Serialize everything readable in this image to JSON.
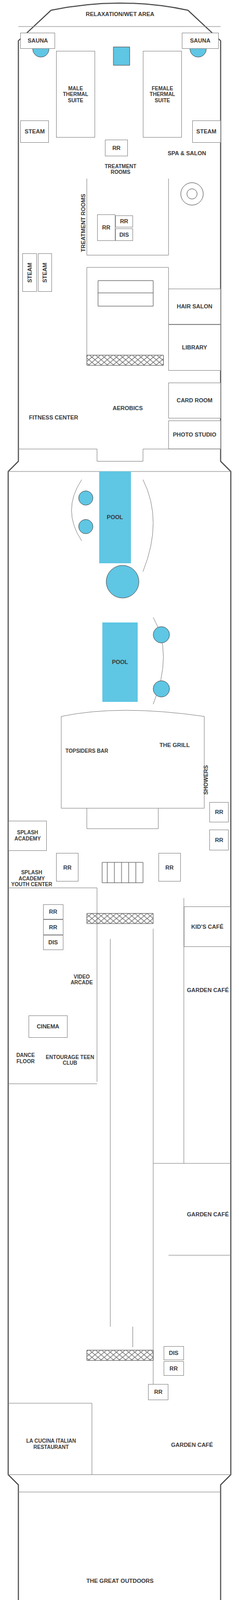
{
  "diagram": {
    "nodes": [
      {
        "text": [
          "RELAXATION/WET AREA"
        ]
      },
      {
        "text": [
          "SAUNA"
        ]
      },
      {
        "text": [
          "SAUNA"
        ]
      },
      {
        "text": [
          "MALE THERMAL SUITE"
        ]
      },
      {
        "text": [
          "FEMALE THERMAL SUITE"
        ]
      },
      {
        "text": [
          "STEAM"
        ]
      },
      {
        "text": [
          "STEAM"
        ]
      },
      {
        "text": [
          "RR"
        ]
      },
      {
        "text": [
          "TREATMENT ROOMS"
        ]
      },
      {
        "text": [
          "SPA & SALON"
        ]
      },
      {
        "text": [
          "TREATMENT ROOMS"
        ]
      },
      {
        "text": [
          "RR"
        ]
      },
      {
        "text": [
          "RR"
        ]
      },
      {
        "text": [
          "DIS"
        ]
      },
      {
        "text": [
          "STEAM"
        ]
      },
      {
        "text": [
          "STEAM"
        ]
      },
      {
        "text": [
          "HAIR SALON"
        ]
      },
      {
        "text": [
          "LIBRARY"
        ]
      },
      {
        "text": [
          "CARD ROOM"
        ]
      },
      {
        "text": [
          "PHOTO STUDIO"
        ]
      },
      {
        "text": [
          "FITNESS CENTER"
        ]
      },
      {
        "text": [
          "AEROBICS"
        ]
      },
      {
        "text": [
          "POOL"
        ]
      },
      {
        "text": [
          "POOL"
        ]
      },
      {
        "text": [
          "TOPSIDERS BAR"
        ]
      },
      {
        "text": [
          "THE GRILL"
        ]
      },
      {
        "text": [
          "SHOWERS"
        ]
      },
      {
        "text": [
          "RR"
        ]
      },
      {
        "text": [
          "RR"
        ]
      },
      {
        "text": [
          "SPLASH ACADEMY"
        ]
      },
      {
        "text": [
          "SPLASH ACADEMY YOUTH CENTER"
        ]
      },
      {
        "text": [
          "RR"
        ]
      },
      {
        "text": [
          "RR"
        ]
      },
      {
        "text": [
          "RR"
        ]
      },
      {
        "text": [
          "RR"
        ]
      },
      {
        "text": [
          "DIS"
        ]
      },
      {
        "text": [
          "VIDEO ARCADE"
        ]
      },
      {
        "text": [
          "KID'S CAFÉ"
        ]
      },
      {
        "text": [
          "GARDEN CAFÉ"
        ]
      },
      {
        "text": [
          "CINEMA"
        ]
      },
      {
        "text": [
          "DANCE FLOOR"
        ]
      },
      {
        "text": [
          "ENTOURAGE TEEN CLUB"
        ]
      },
      {
        "text": [
          "GARDEN CAFÉ"
        ]
      },
      {
        "text": [
          "DIS"
        ]
      },
      {
        "text": [
          "RR"
        ]
      },
      {
        "text": [
          "RR"
        ]
      },
      {
        "text": [
          "LA CUCINA ITALIAN RESTAURANT"
        ]
      },
      {
        "text": [
          "GARDEN CAFÉ"
        ]
      },
      {
        "text": [
          "THE GREAT OUTDOORS"
        ]
      }
    ]
  }
}
